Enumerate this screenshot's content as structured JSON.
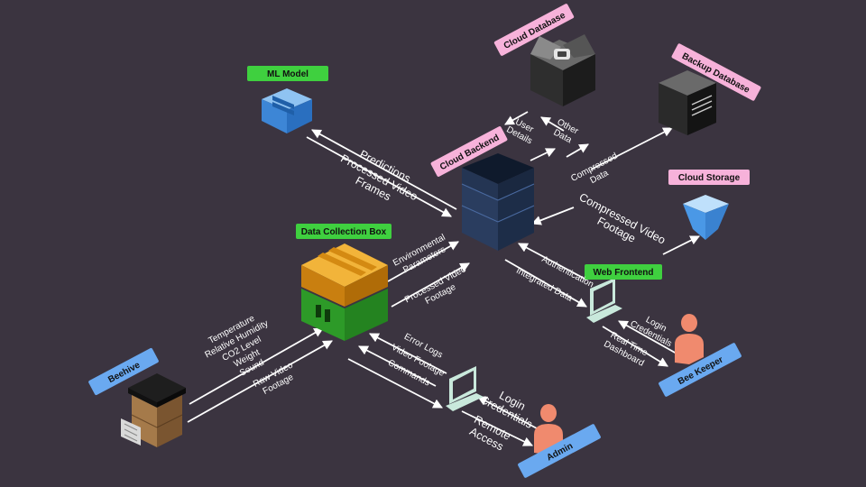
{
  "tags": {
    "ml_model": "ML Model",
    "cloud_database": "Cloud Database",
    "backup_database": "Backup Database",
    "cloud_backend": "Cloud Backend",
    "cloud_storage": "Cloud Storage",
    "data_collection_box": "Data Collection Box",
    "web_frontend": "Web Frontend",
    "beehive": "Beehive",
    "bee_keeper": "Bee Keeper",
    "admin": "Admin"
  },
  "flows": {
    "predictions": "Predictions",
    "processed_video_frames_1": "Processed Video",
    "processed_video_frames_2": "Frames",
    "user_details_1": "User",
    "user_details_2": "Details",
    "other_data_1": "Other",
    "other_data_2": "Data",
    "compressed_data_1": "Compressed",
    "compressed_data_2": "Data",
    "compressed_video_1": "Compressed Video",
    "compressed_video_2": "Footage",
    "environmental_1": "Environmental",
    "environmental_2": "Parameters",
    "processed_video_footage_1": "Processed Video",
    "processed_video_footage_2": "Footage",
    "authentication": "Authentication",
    "integrated_data": "Integrated Data",
    "login_credentials_web_1": "Login",
    "login_credentials_web_2": "Credentials",
    "real_time_dashboard_1": "Real Time",
    "real_time_dashboard_2": "Dashboard",
    "sensors": [
      "Temperature",
      "Relative Humidity",
      "CO2 Level",
      "Weight",
      "Sound"
    ],
    "raw_video_1": "Raw Video",
    "raw_video_2": "Footage",
    "error_logs": "Error Logs",
    "video_footage": "Video Footage",
    "commands": "Commands",
    "login_credentials_admin_1": "Login",
    "login_credentials_admin_2": "Credentials",
    "remote_access_1": "Remote",
    "remote_access_2": "Access"
  },
  "colors": {
    "background": "#3b3440",
    "green_tag": "#3fd03f",
    "pink_tag": "#f7b2da",
    "blue_tag": "#6aa9f0",
    "person": "#f08a6e",
    "server": "#1f2d45",
    "box_top": "#e39a1c",
    "box_bottom": "#2f9e2a"
  }
}
